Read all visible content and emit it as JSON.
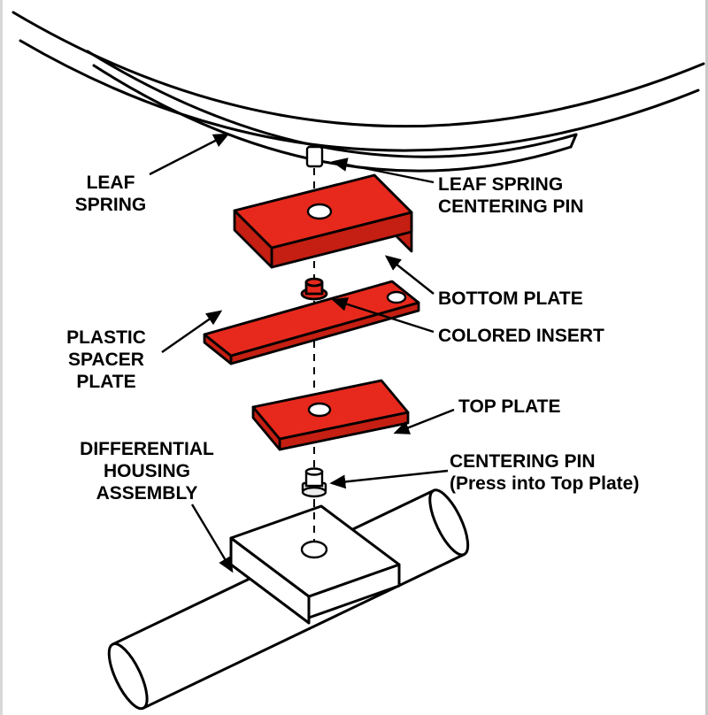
{
  "colors": {
    "plate_red": "#e6291c",
    "plate_red_dark": "#c41f12",
    "background": "#ffffff"
  },
  "labels": {
    "leaf_spring": [
      "LEAF",
      "SPRING"
    ],
    "leaf_spring_centering_pin": [
      "LEAF SPRING",
      "CENTERING PIN"
    ],
    "bottom_plate": [
      "BOTTOM PLATE"
    ],
    "colored_insert": [
      "COLORED INSERT"
    ],
    "plastic_spacer_plate": [
      "PLASTIC",
      "SPACER",
      "PLATE"
    ],
    "top_plate": [
      "TOP PLATE"
    ],
    "centering_pin": [
      "CENTERING PIN",
      "(Press into Top Plate)"
    ],
    "differential_housing_assembly": [
      "DIFFERENTIAL",
      "HOUSING",
      "ASSEMBLY"
    ]
  }
}
